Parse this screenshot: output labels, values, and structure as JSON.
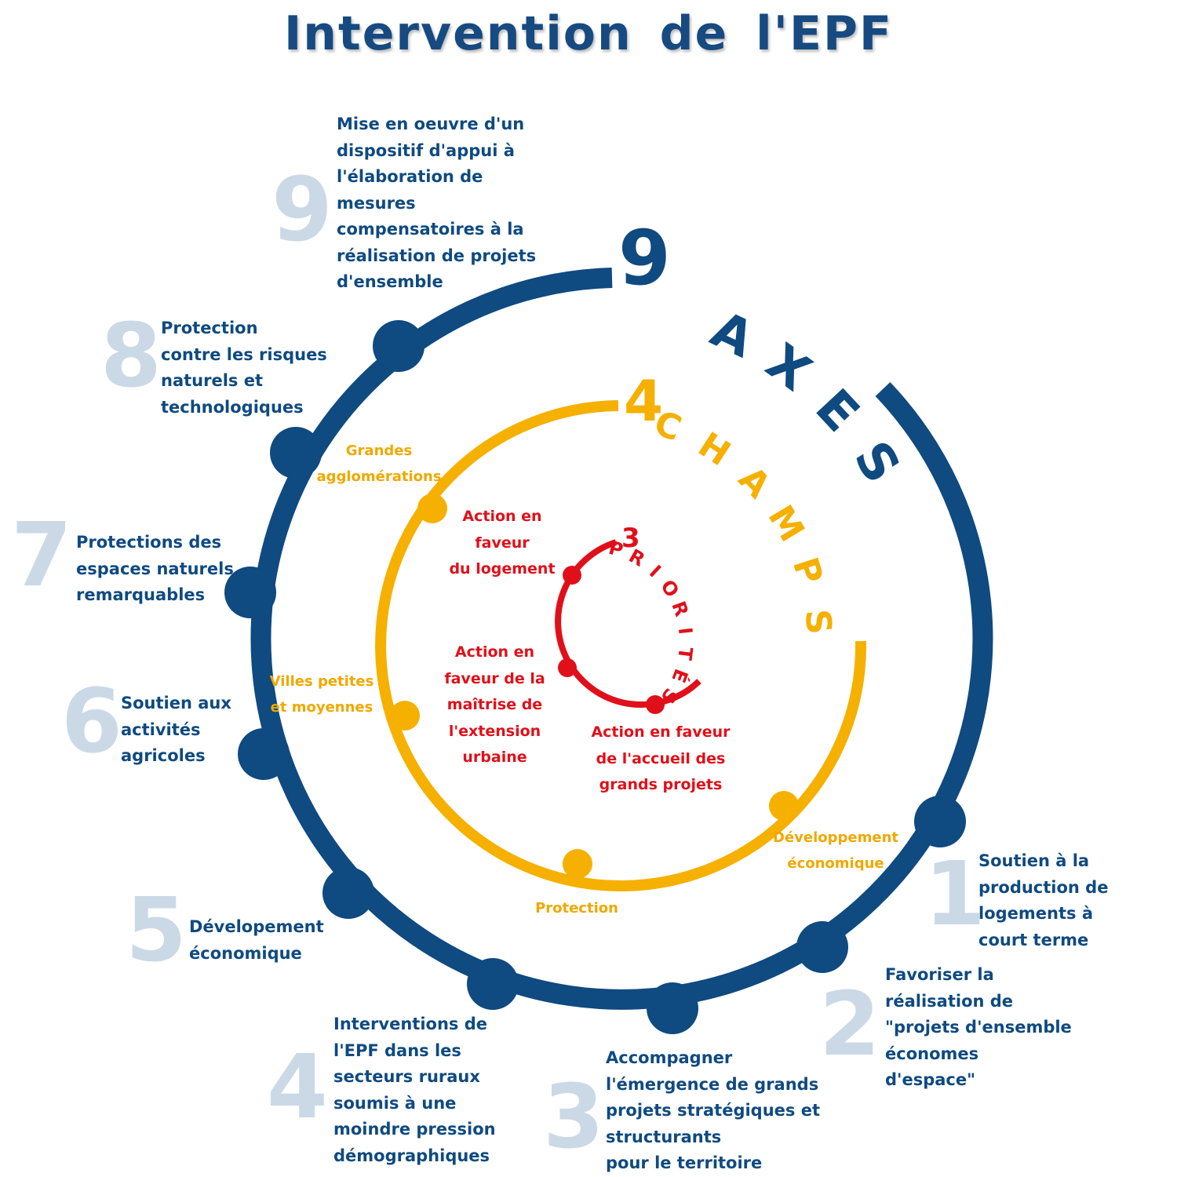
{
  "title": "Intervention de l'EPF",
  "colors": {
    "axes_ring": "#0f4a80",
    "champs_ring": "#f5b000",
    "priorites_ring": "#e0101a",
    "faded_number": "#cbd9e6"
  },
  "rings": {
    "axes": {
      "number": "9",
      "label": "AXES"
    },
    "champs": {
      "number": "4",
      "label": "CHAMPS"
    },
    "priorites": {
      "number": "3",
      "label": "PRIORITÉS"
    }
  },
  "axes": [
    {
      "number": "1",
      "text": "Soutien à la\nproduction de\nlogements à\ncourt terme"
    },
    {
      "number": "2",
      "text": "Favoriser la\nréalisation de\n\"projets d'ensemble\néconomes\nd'espace\""
    },
    {
      "number": "3",
      "text": "Accompagner\nl'émergence de grands\nprojets stratégiques et\nstructurants\npour le territoire"
    },
    {
      "number": "4",
      "text": "Interventions de\nl'EPF dans les\nsecteurs ruraux\nsoumis à une\nmoindre pression\ndémographiques"
    },
    {
      "number": "5",
      "text": "Dévelopement\néconomique"
    },
    {
      "number": "6",
      "text": "Soutien aux\nactivités\nagricoles"
    },
    {
      "number": "7",
      "text": "Protections des\nespaces naturels\nremarquables"
    },
    {
      "number": "8",
      "text": "Protection\ncontre les risques\nnaturels et\ntechnologiques"
    },
    {
      "number": "9",
      "text": "Mise en oeuvre d'un\ndispositif d'appui à\nl'élaboration de\nmesures\ncompensatoires à la\nréalisation de projets\nd'ensemble"
    }
  ],
  "champs": [
    "Grandes\nagglomérations",
    "Villes petites\net moyennes",
    "Protection",
    "Développement\néconomique"
  ],
  "priorites": [
    "Action en\nfaveur\ndu logement",
    "Action en\nfaveur de la\nmaîtrise de\nl'extension\nurbaine",
    "Action en faveur\nde l'accueil des\ngrands projets"
  ]
}
